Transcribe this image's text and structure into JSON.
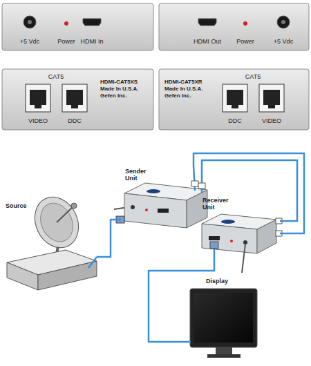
{
  "diagram": {
    "nodes": [
      {
        "text": [
          "+5 Vdc",
          "Power",
          "HDMI In"
        ]
      },
      {
        "text": [
          "HDMI Out",
          "Power",
          "+5 Vdc"
        ]
      },
      {
        "text": [
          "CAT5",
          "HDMI-CAT5XS Made In U.S.A. Gefen Inc.",
          "VIDEO",
          "DDC"
        ]
      },
      {
        "text": [
          "HDMI-CAT5XR Made In U.S.A. Gefen Inc.",
          "CAT5",
          "DDC",
          "VIDEO"
        ]
      },
      {
        "text": [
          "Sender Unit"
        ]
      },
      {
        "text": [
          "Receiver Unit"
        ]
      },
      {
        "text": [
          "Source"
        ]
      },
      {
        "text": [
          "Display"
        ]
      }
    ],
    "edges": [
      {
        "from": 6,
        "to": 4,
        "arrow": "none"
      },
      {
        "from": 4,
        "to": 5,
        "arrow": "none"
      },
      {
        "from": 4,
        "to": 5,
        "arrow": "none"
      },
      {
        "from": 5,
        "to": 7,
        "arrow": "none"
      }
    ]
  }
}
